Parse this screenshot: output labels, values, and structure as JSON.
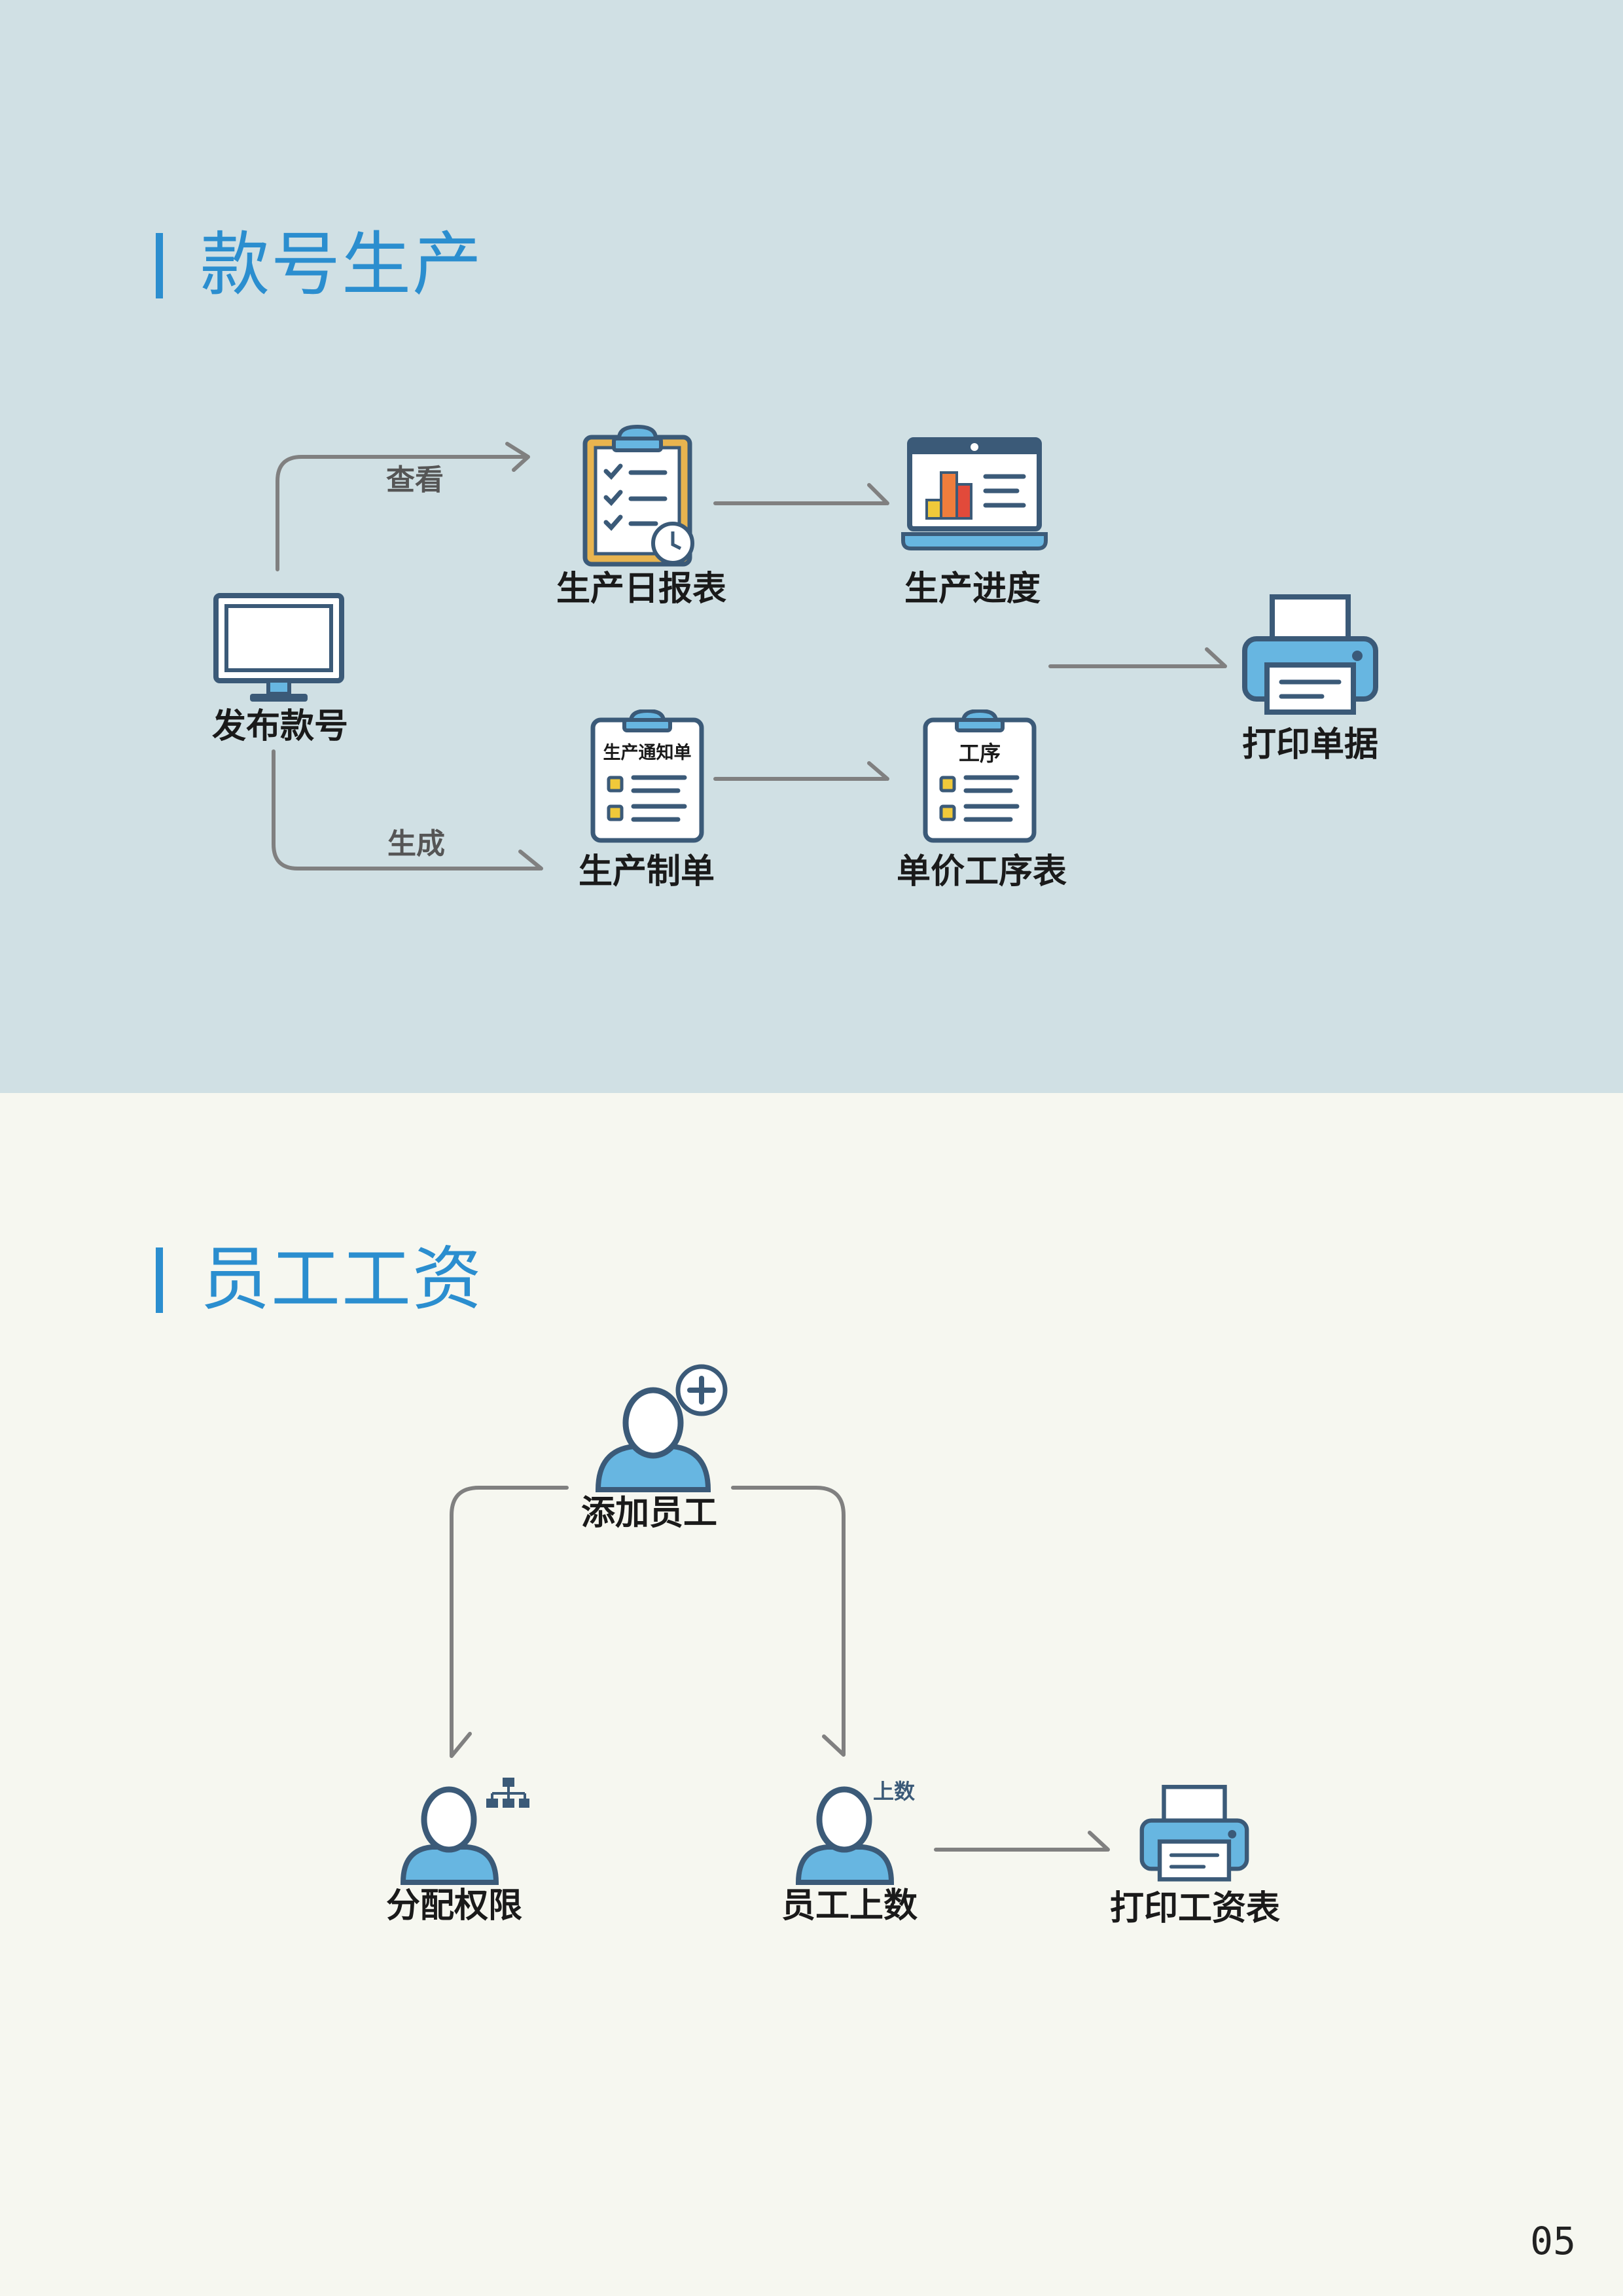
{
  "sections": [
    {
      "title": "款号生产",
      "nodes": {
        "publish": "发布款号",
        "daily_report": "生产日报表",
        "progress": "生产进度",
        "production_order": "生产制单",
        "process_table": "单价工序表",
        "print": "打印单据"
      },
      "edges": {
        "view": "查看",
        "generate": "生成"
      },
      "icon_text": {
        "notice_sheet": "生产通知单",
        "process_sheet": "工序"
      }
    },
    {
      "title": "员工工资",
      "nodes": {
        "add_employee": "添加员工",
        "assign_permissions": "分配权限",
        "employee_upload": "员工上数",
        "print_salary": "打印工资表"
      },
      "icon_text": {
        "upload_badge": "上数"
      }
    }
  ],
  "page_number": "05",
  "colors": {
    "accent": "#2b8ecf",
    "icon_outline": "#3b5a78",
    "icon_fill": "#67b6e1",
    "connector": "#808080"
  }
}
